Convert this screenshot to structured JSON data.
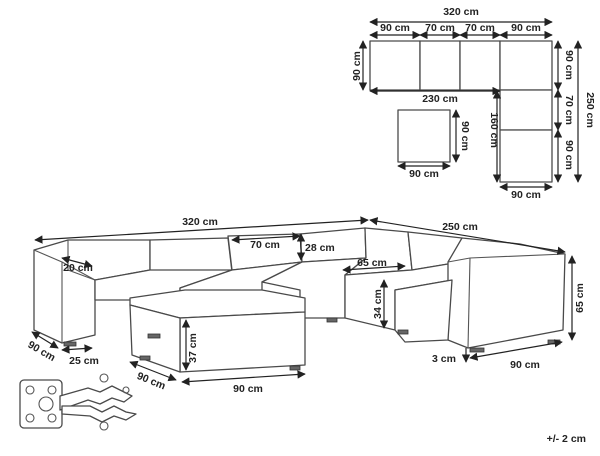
{
  "plan_view": {
    "total_width": "320 cm",
    "seg_1": "90 cm",
    "seg_2": "70 cm",
    "seg_3": "70 cm",
    "seg_4": "90 cm",
    "left_depth": "90 cm",
    "right_seg_1": "90 cm",
    "right_seg_2": "70 cm",
    "right_seg_3": "90 cm",
    "total_depth": "250 cm",
    "inner_width": "230 cm",
    "inner_depth": "160 cm",
    "bottom_width": "90 cm",
    "ottoman_width": "90 cm",
    "ottoman_depth": "90 cm"
  },
  "perspective": {
    "total_width": "320 cm",
    "total_depth": "250 cm",
    "seat_width": "70 cm",
    "back_height": "28 cm",
    "arm_width": "20 cm",
    "seat_depth": "65 cm",
    "seat_height": "34 cm",
    "total_height": "65 cm",
    "left_depth": "90 cm",
    "foot_offset": "25 cm",
    "ottoman_depth": "90 cm",
    "ottoman_height": "37 cm",
    "ottoman_width": "90 cm",
    "leg_height": "3 cm",
    "right_width": "90 cm"
  },
  "tolerance": "+/- 2 cm"
}
